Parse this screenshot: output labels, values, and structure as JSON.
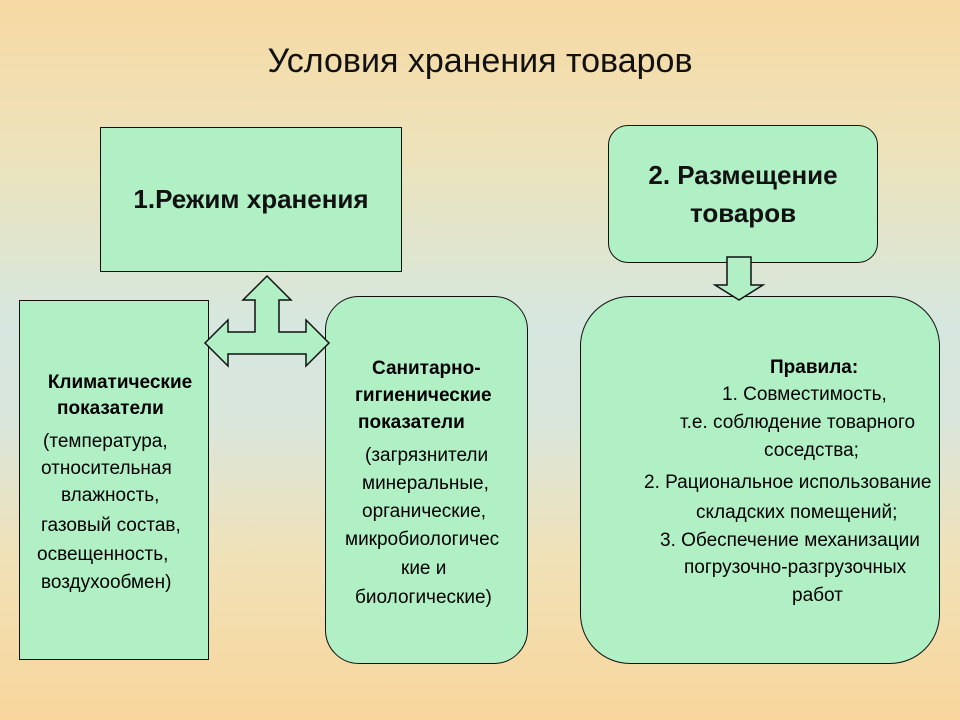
{
  "slide": {
    "title": "Условия хранения товаров",
    "box1": {
      "label": "1.Режим хранения"
    },
    "box2": {
      "line1": "2. Размещение",
      "line2": "товаров"
    },
    "climate": {
      "bold_lines": [
        "Климатические",
        "показатели"
      ],
      "lines": [
        "(температура,",
        "относительная",
        "влажность,",
        "газовый состав,",
        "освещенность,",
        "воздухообмен)"
      ]
    },
    "sanitary": {
      "bold_lines": [
        "Санитарно-",
        "гигиенические",
        "показатели"
      ],
      "lines": [
        "(загрязнители",
        "минеральные,",
        "органические,",
        "микробиологичес",
        "кие и",
        "биологические)"
      ]
    },
    "rules": {
      "heading": "Правила:",
      "lines": [
        "1. Совместимость,",
        "т.е. соблюдение товарного",
        "соседства;",
        "2. Рациональное использование",
        "складских помещений;",
        "3. Обеспечение механизации",
        "погрузочно-разгрузочных",
        "работ"
      ]
    },
    "colors": {
      "box_fill": "#b1efc5",
      "border": "#111111"
    }
  }
}
